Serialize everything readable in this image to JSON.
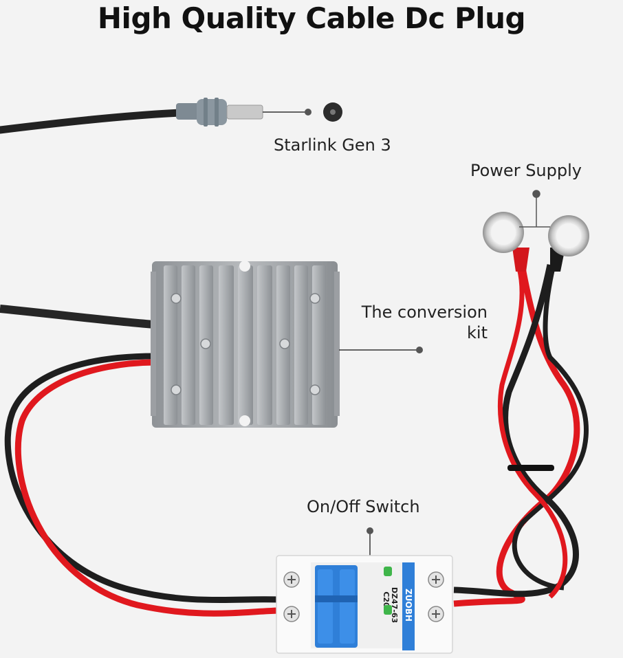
{
  "title": "High Quality Cable Dc Plug",
  "labels": {
    "starlink": "Starlink Gen 3",
    "power_supply": "Power Supply",
    "conversion_kit": "The conversion kit",
    "switch": "On/Off Switch"
  },
  "breaker": {
    "brand": "ZUOBH",
    "model": "DZ47-63",
    "rating": "C20"
  },
  "colors": {
    "red_wire": "#e0181e",
    "black_wire": "#1e1e1e",
    "aluminum": "#a3a7ab",
    "breaker_blue": "#2f7fd8",
    "background": "#f3f3f3"
  }
}
